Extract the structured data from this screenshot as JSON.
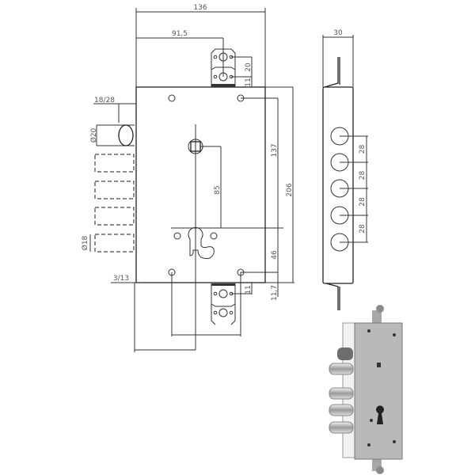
{
  "front_view": {
    "overall_width": "136",
    "strike_offset": "91,5",
    "strike_hole_spacing": "20",
    "strike_top_gap": "11",
    "deadbolt_projection": "18/28",
    "deadbolt_diameter": "Ø20",
    "height_137": "137",
    "spindle_to_cylinder": "85",
    "overall_height": "206",
    "bolt_diameter": "Ø18",
    "cylinder_to_hole": "46",
    "faceplate_offset": "3/13",
    "strike_bottom_gap": "11",
    "bottom_offset": "11,7"
  },
  "side_view": {
    "depth": "30",
    "bolt_spacing": [
      "28",
      "28",
      "28",
      "28"
    ]
  },
  "colors": {
    "line": "#333333",
    "plate_photo": "#b9b9b9",
    "chrome": "#d8d8d8"
  }
}
